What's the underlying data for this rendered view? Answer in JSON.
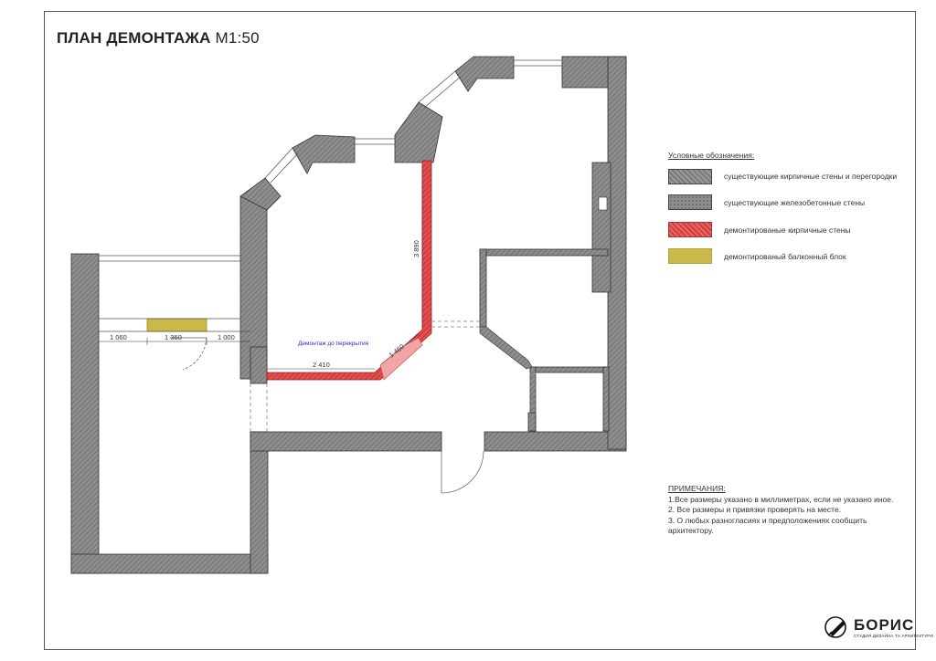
{
  "title": {
    "bold": "ПЛАН ДЕМОНТАЖА",
    "scale": "М1:50"
  },
  "legend": {
    "heading": "Условные обозначения:",
    "items": [
      {
        "label": "существующие кирпичные стены и перегородки"
      },
      {
        "label": "существующие железобетонные стены"
      },
      {
        "label": "демонтированые кирпичные стены"
      },
      {
        "label": "демонтированый балконный блок"
      }
    ]
  },
  "dimensions": {
    "d1060": "1 060",
    "d1360": "1 360",
    "d1000": "1 000",
    "d2410": "2 410",
    "d1460": "1 460",
    "d3890": "3 890"
  },
  "annotation": "Демонтаж до перекрытия",
  "notes": {
    "heading": "ПРИМЕЧАНИЯ:",
    "lines": [
      "1.Все размеры указано в миллиметрах, если не указано иное.",
      "2. Все размеры и привязки проверять на месте.",
      "3. О любых разногласиях и предположениях сообщить архитектору."
    ]
  },
  "logo": {
    "word": "БОРИС",
    "subtitle": "СТУДИЯ ДИЗАЙНА ТА АРХИТЕКТУРИ"
  },
  "colors": {
    "wall": "#8a8a8a",
    "demolished": "#d63a3a",
    "balcony": "#c9b949"
  }
}
